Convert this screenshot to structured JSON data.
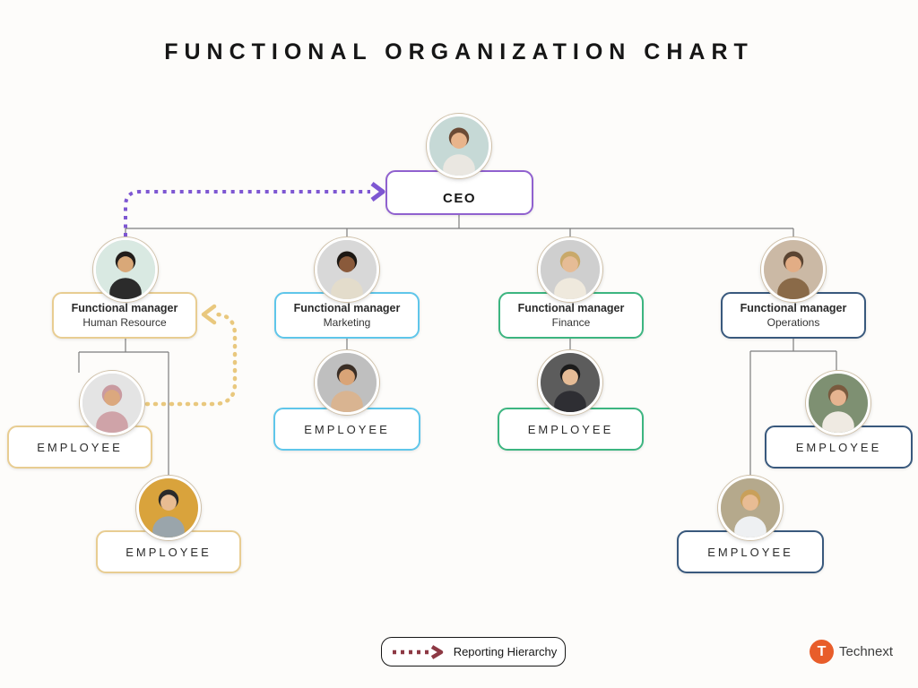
{
  "title": "FUNCTIONAL ORGANIZATION CHART",
  "ceo": {
    "label": "CEO",
    "border_color": "#9061cf",
    "avatar": {
      "bg": "#c6d9d6",
      "hair": "#6b4a35",
      "skin": "#e8b48c",
      "shirt": "#eae7e1"
    }
  },
  "managers": [
    {
      "role": "Functional manager",
      "dept": "Human Resource",
      "border_color": "#e8cd92",
      "avatar": {
        "bg": "#d9e9e2",
        "hair": "#221d1a",
        "skin": "#d9a878",
        "shirt": "#2b2b2b"
      },
      "employees": [
        {
          "label": "EMPLOYEE",
          "avatar": {
            "bg": "#e4e4e4",
            "hair": "#c99aa0",
            "skin": "#dba87e",
            "shirt": "#cfa3a8"
          }
        },
        {
          "label": "EMPLOYEE",
          "avatar": {
            "bg": "#d9a33c",
            "hair": "#2a2a2a",
            "skin": "#e8bc92",
            "shirt": "#9aa5ab"
          }
        }
      ]
    },
    {
      "role": "Functional manager",
      "dept": "Marketing",
      "border_color": "#5fc6ea",
      "avatar": {
        "bg": "#d8d8d8",
        "hair": "#1c1713",
        "skin": "#8a5a3b",
        "shirt": "#e3dccb"
      },
      "employees": [
        {
          "label": "EMPLOYEE",
          "avatar": {
            "bg": "#bfbfbf",
            "hair": "#3a2e26",
            "skin": "#d9a477",
            "shirt": "#d9b491"
          }
        }
      ]
    },
    {
      "role": "Functional manager",
      "dept": "Finance",
      "border_color": "#3cb580",
      "avatar": {
        "bg": "#cfcfcf",
        "hair": "#c9a96a",
        "skin": "#e6bc96",
        "shirt": "#efe9dd"
      },
      "employees": [
        {
          "label": "EMPLOYEE",
          "avatar": {
            "bg": "#5c5c5c",
            "hair": "#1b1b1b",
            "skin": "#e6bc96",
            "shirt": "#2e2e33"
          }
        }
      ]
    },
    {
      "role": "Functional manager",
      "dept": "Operations",
      "border_color": "#39597d",
      "avatar": {
        "bg": "#cbb9a5",
        "hair": "#5a4432",
        "skin": "#e2ad85",
        "shirt": "#8a6a48"
      },
      "employees": [
        {
          "label": "EMPLOYEE",
          "avatar": {
            "bg": "#7e9072",
            "hair": "#7a5a3e",
            "skin": "#e6b490",
            "shirt": "#efeae2"
          }
        },
        {
          "label": "EMPLOYEE",
          "avatar": {
            "bg": "#b5a98c",
            "hair": "#c9a05a",
            "skin": "#e8bc94",
            "shirt": "#eef0f2"
          }
        }
      ]
    }
  ],
  "arrows": {
    "connector_color": "#7d7d7d",
    "ceo_reporting_color": "#7e57d2",
    "hr_reporting_color": "#e9c87e"
  },
  "legend": {
    "label": "Reporting Hierarchy",
    "arrow_color": "#8d3944"
  },
  "brand": {
    "name": "Technext",
    "initial": "T",
    "color": "#e85d2a"
  }
}
